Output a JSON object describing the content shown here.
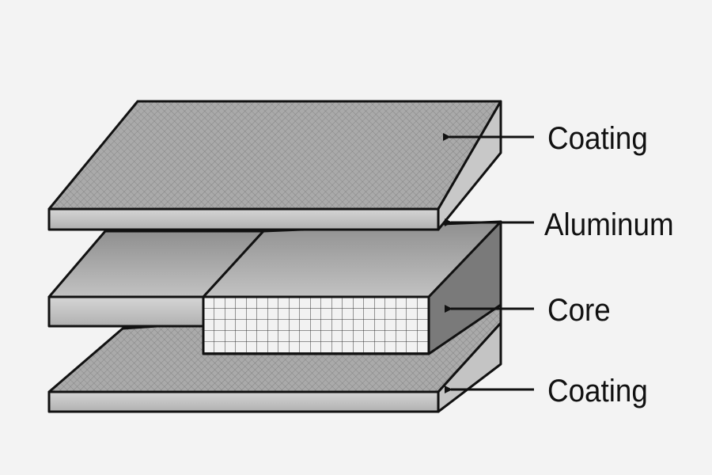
{
  "labels": {
    "top_coating": "Coating",
    "aluminum": "Aluminum",
    "core": "Core",
    "bottom_coating": "Coating"
  },
  "colors": {
    "background": "#f3f3f3",
    "coating": "#a9a9a9",
    "aluminum": "#b8b8b8",
    "core": "#eeeeee",
    "outline": "#111111"
  }
}
